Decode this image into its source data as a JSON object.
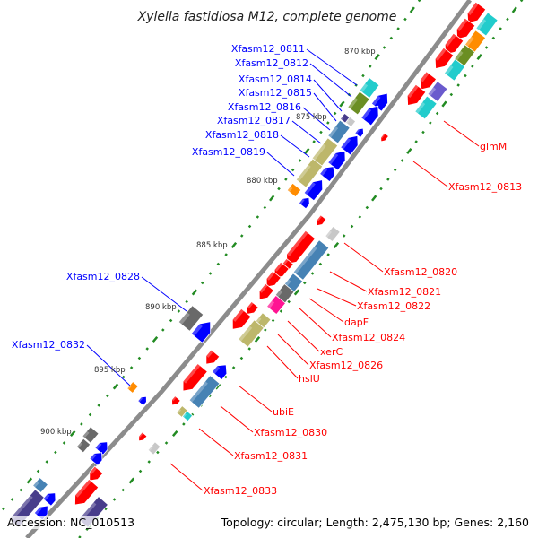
{
  "title": "Xylella fastidiosa M12, complete genome",
  "footer": {
    "accession": "Accession: NC_010513",
    "summary": "Topology: circular; Length: 2,475,130 bp; Genes: 2,160"
  },
  "colors": {
    "backbone": "#8c8c8c",
    "tick": "#228b22",
    "left_label": "#0000ff",
    "right_label": "#ff0000",
    "red": "#ff0000",
    "blue": "#0000ff",
    "cyan": "#22cccc",
    "olive": "#6b8e23",
    "khaki": "#bdb76b",
    "steel": "#4682b4",
    "orange": "#ff8c00",
    "purple": "#483d8b",
    "violet": "#6a5acd",
    "gray": "#696969",
    "lightgray": "#c8c8c8",
    "magenta": "#ff1493"
  },
  "kbp_labels": [
    "870 kbp",
    "875 kbp",
    "880 kbp",
    "885 kbp",
    "890 kbp",
    "895 kbp",
    "900 kbp"
  ],
  "left_labels": [
    "Xfasm12_0811",
    "Xfasm12_0812",
    "Xfasm12_0814",
    "Xfasm12_0815",
    "Xfasm12_0816",
    "Xfasm12_0817",
    "Xfasm12_0818",
    "Xfasm12_0819",
    "Xfasm12_0828",
    "Xfasm12_0832"
  ],
  "right_labels": [
    "glmM",
    "Xfasm12_0813",
    "Xfasm12_0820",
    "Xfasm12_0821",
    "Xfasm12_0822",
    "dapF",
    "Xfasm12_0824",
    "xerC",
    "Xfasm12_0826",
    "hslU",
    "ubiE",
    "Xfasm12_0830",
    "Xfasm12_0831",
    "Xfasm12_0833"
  ]
}
